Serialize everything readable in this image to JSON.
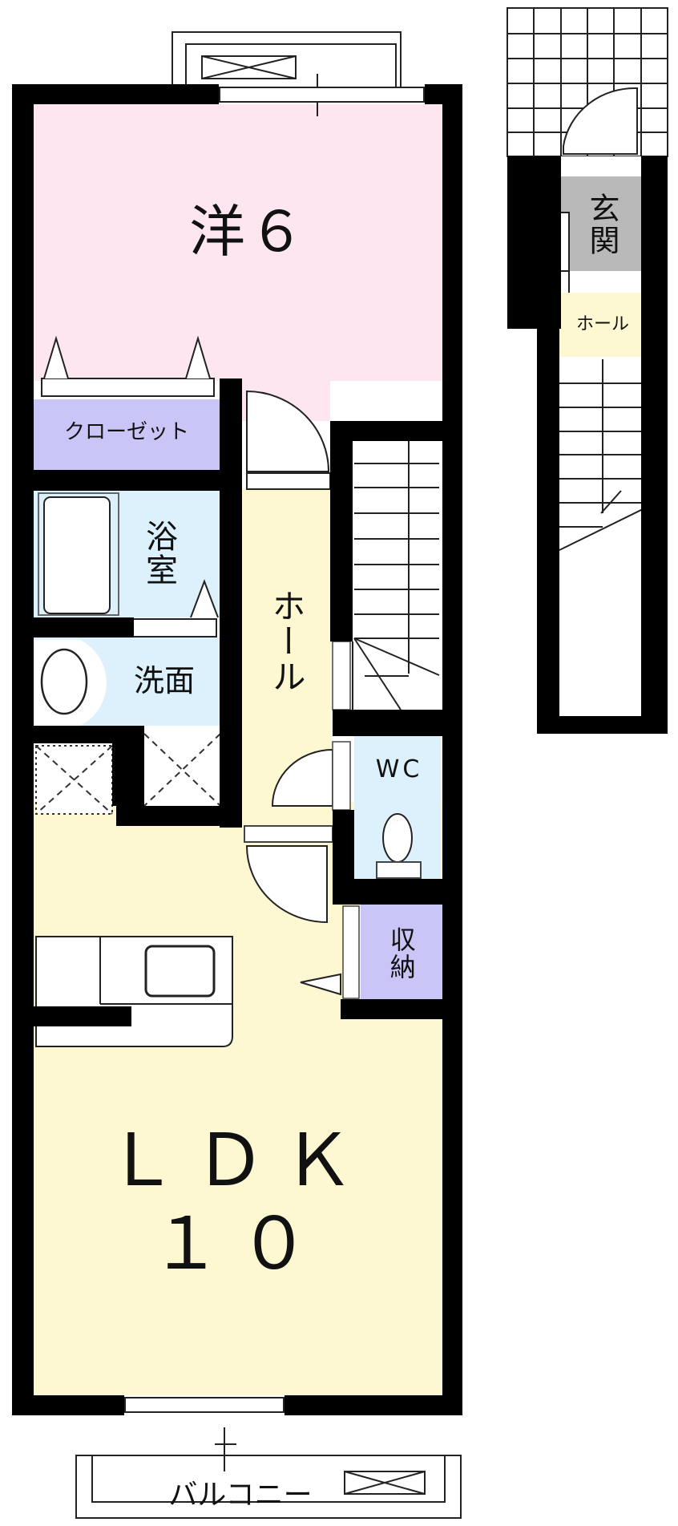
{
  "colors": {
    "wall": "#000000",
    "western_room": "#fde6ef",
    "ldk": "#fdf8d2",
    "hall": "#fdf8d2",
    "bath": "#dcf1fb",
    "closet": "#c9c5f6",
    "entrance": "#b9b9b9",
    "fixture": "#ffffff"
  },
  "rooms": {
    "western": {
      "label": "洋６"
    },
    "closet": {
      "label": "クローゼット"
    },
    "bath": {
      "label": "浴室"
    },
    "washroom": {
      "label": "洗面"
    },
    "hall_main": {
      "label": "ホール"
    },
    "wc": {
      "label": "WC"
    },
    "storage": {
      "label": "収納"
    },
    "ldk": {
      "label_line1": "ＬＤＫ",
      "label_line2": "１０"
    },
    "balcony": {
      "label": "バルコニー"
    },
    "entrance": {
      "label": "玄関"
    },
    "hall_entry": {
      "label": "ホール"
    }
  }
}
